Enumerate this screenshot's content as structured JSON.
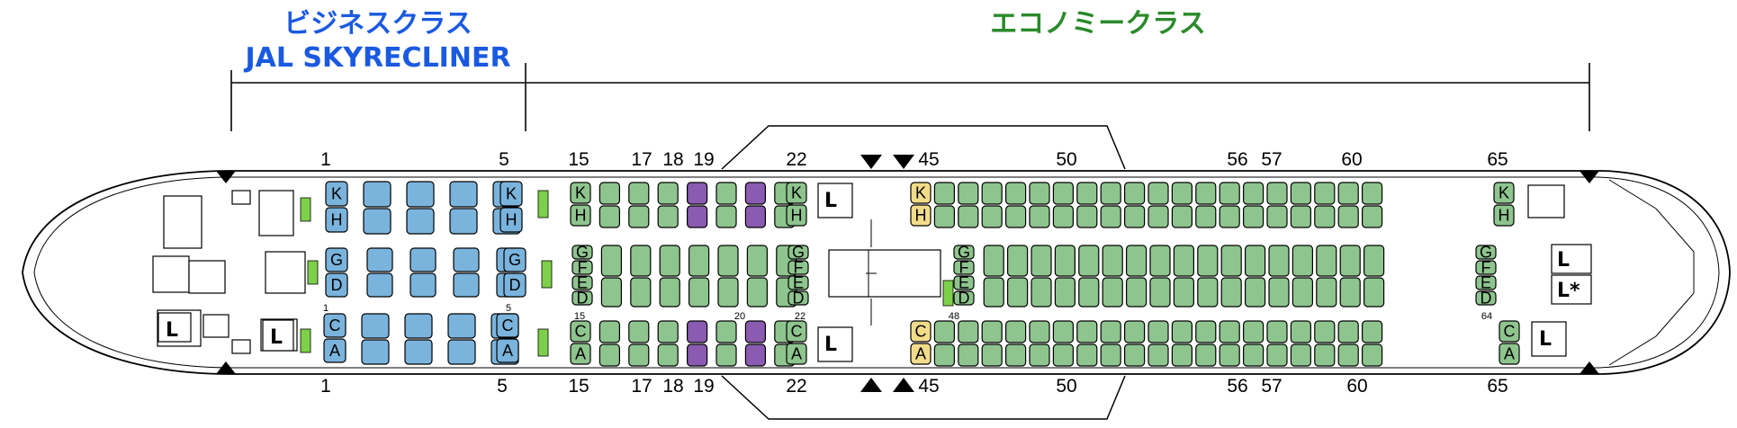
{
  "header": {
    "business_line1": "ビジネスクラス",
    "business_line2": "JAL SKYRECLINER",
    "economy": "エコノミークラス"
  },
  "rows": {
    "top": [
      "1",
      "5",
      "15",
      "17",
      "18",
      "19",
      "22",
      "45",
      "50",
      "56",
      "57",
      "60",
      "65"
    ],
    "bottom": [
      "1",
      "5",
      "15",
      "17",
      "18",
      "19",
      "22",
      "45",
      "50",
      "56",
      "57",
      "60",
      "65"
    ],
    "inner": [
      "1",
      "5",
      "15",
      "20",
      "22",
      "48",
      "64"
    ]
  },
  "seat_letters": {
    "business": [
      [
        "K",
        "H"
      ],
      [
        "G",
        "D"
      ],
      [
        "C",
        "A"
      ]
    ],
    "economy": [
      [
        "K",
        "H"
      ],
      [
        "G",
        "F",
        "E",
        "D"
      ],
      [
        "C",
        "A"
      ]
    ]
  },
  "lavatory_label": "L",
  "lavatory_star": "*",
  "colors": {
    "business_seat": "#7ab4dd",
    "economy_seat": "#8ec48e",
    "special_seat": "#8a5bb0",
    "bulkhead_seat": "#f2dc8a",
    "galley": "#7ed04a"
  }
}
